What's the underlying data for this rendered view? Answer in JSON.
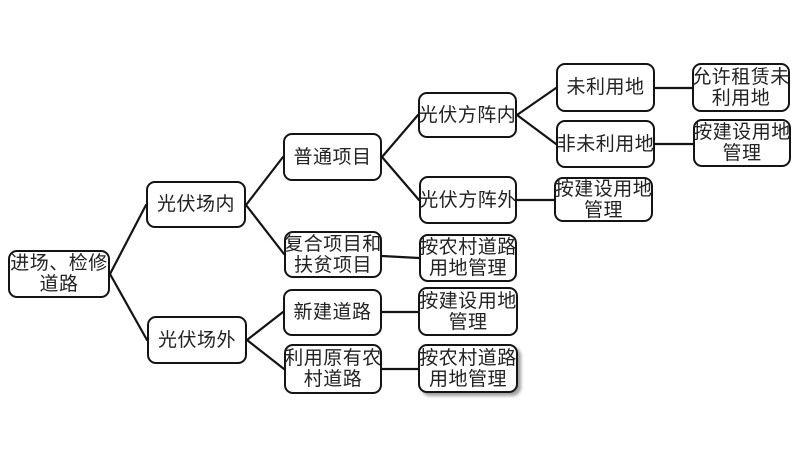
{
  "diagram": {
    "type": "flowchart",
    "language": "zh-CN",
    "colors": {
      "background": "#ffffff",
      "box_fill": "#ffffff",
      "box_border": "#141414",
      "line": "#141414",
      "text": "#222222"
    },
    "nodes": {
      "root": {
        "label": "进场、检修\n道路"
      },
      "pv_inside": {
        "label": "光伏场内"
      },
      "pv_outside": {
        "label": "光伏场外"
      },
      "ordinary_project": {
        "label": "普通项目"
      },
      "composite_poverty": {
        "label": "复合项目和\n扶贫项目"
      },
      "new_road": {
        "label": "新建道路"
      },
      "existing_rural_road": {
        "label": "利用原有农\n村道路"
      },
      "pv_array_inside": {
        "label": "光伏方阵内"
      },
      "pv_array_outside": {
        "label": "光伏方阵外"
      },
      "rural_mgmt_composite": {
        "label": "按农村道路\n用地管理"
      },
      "constr_mgmt_new_road": {
        "label": "按建设用地\n管理"
      },
      "rural_mgmt_existing": {
        "label": "按农村道路\n用地管理"
      },
      "unused_land": {
        "label": "未利用地"
      },
      "non_unused_land": {
        "label": "非未利用地"
      },
      "constr_mgmt_array_out": {
        "label": "按建设用地\n管理"
      },
      "lease_unused_land": {
        "label": "允许租赁未\n利用地"
      },
      "constr_mgmt_non_unused": {
        "label": "按建设用地\n管理"
      }
    },
    "edges": [
      {
        "from": "root",
        "to": "pv_inside"
      },
      {
        "from": "root",
        "to": "pv_outside"
      },
      {
        "from": "pv_inside",
        "to": "ordinary_project"
      },
      {
        "from": "pv_inside",
        "to": "composite_poverty"
      },
      {
        "from": "pv_outside",
        "to": "new_road"
      },
      {
        "from": "pv_outside",
        "to": "existing_rural_road"
      },
      {
        "from": "ordinary_project",
        "to": "pv_array_inside"
      },
      {
        "from": "ordinary_project",
        "to": "pv_array_outside"
      },
      {
        "from": "composite_poverty",
        "to": "rural_mgmt_composite"
      },
      {
        "from": "new_road",
        "to": "constr_mgmt_new_road"
      },
      {
        "from": "existing_rural_road",
        "to": "rural_mgmt_existing"
      },
      {
        "from": "pv_array_inside",
        "to": "unused_land"
      },
      {
        "from": "pv_array_inside",
        "to": "non_unused_land"
      },
      {
        "from": "pv_array_outside",
        "to": "constr_mgmt_array_out"
      },
      {
        "from": "unused_land",
        "to": "lease_unused_land"
      },
      {
        "from": "non_unused_land",
        "to": "constr_mgmt_non_unused"
      }
    ]
  }
}
